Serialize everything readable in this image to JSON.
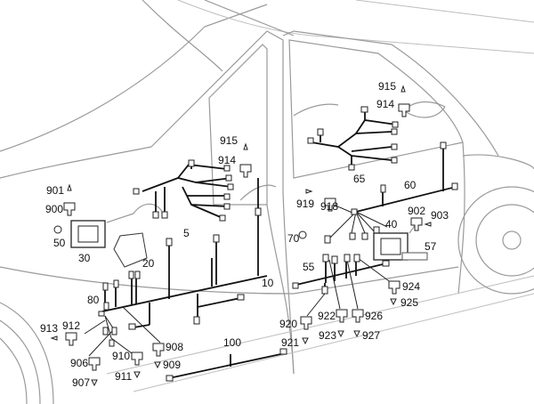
{
  "callouts": {
    "c915_door_rear": "915",
    "c914_door_rear": "914",
    "c915_door_front": "915",
    "c914_door_front": "914",
    "c901": "901",
    "c900": "900",
    "c50": "50",
    "c30": "30",
    "c20": "20",
    "c5": "5",
    "c65": "65",
    "c60": "60",
    "c919": "919",
    "c918": "918",
    "c40": "40",
    "c902": "902",
    "c903": "903",
    "c70": "70",
    "c57": "57",
    "c55": "55",
    "c924": "924",
    "c925": "925",
    "c10": "10",
    "c80": "80",
    "c913": "913",
    "c912": "912",
    "c906": "906",
    "c907": "907",
    "c910": "910",
    "c911": "911",
    "c908": "908",
    "c909": "909",
    "c100": "100",
    "c920": "920",
    "c921": "921",
    "c922": "922",
    "c923": "923",
    "c926": "926",
    "c927": "927"
  }
}
